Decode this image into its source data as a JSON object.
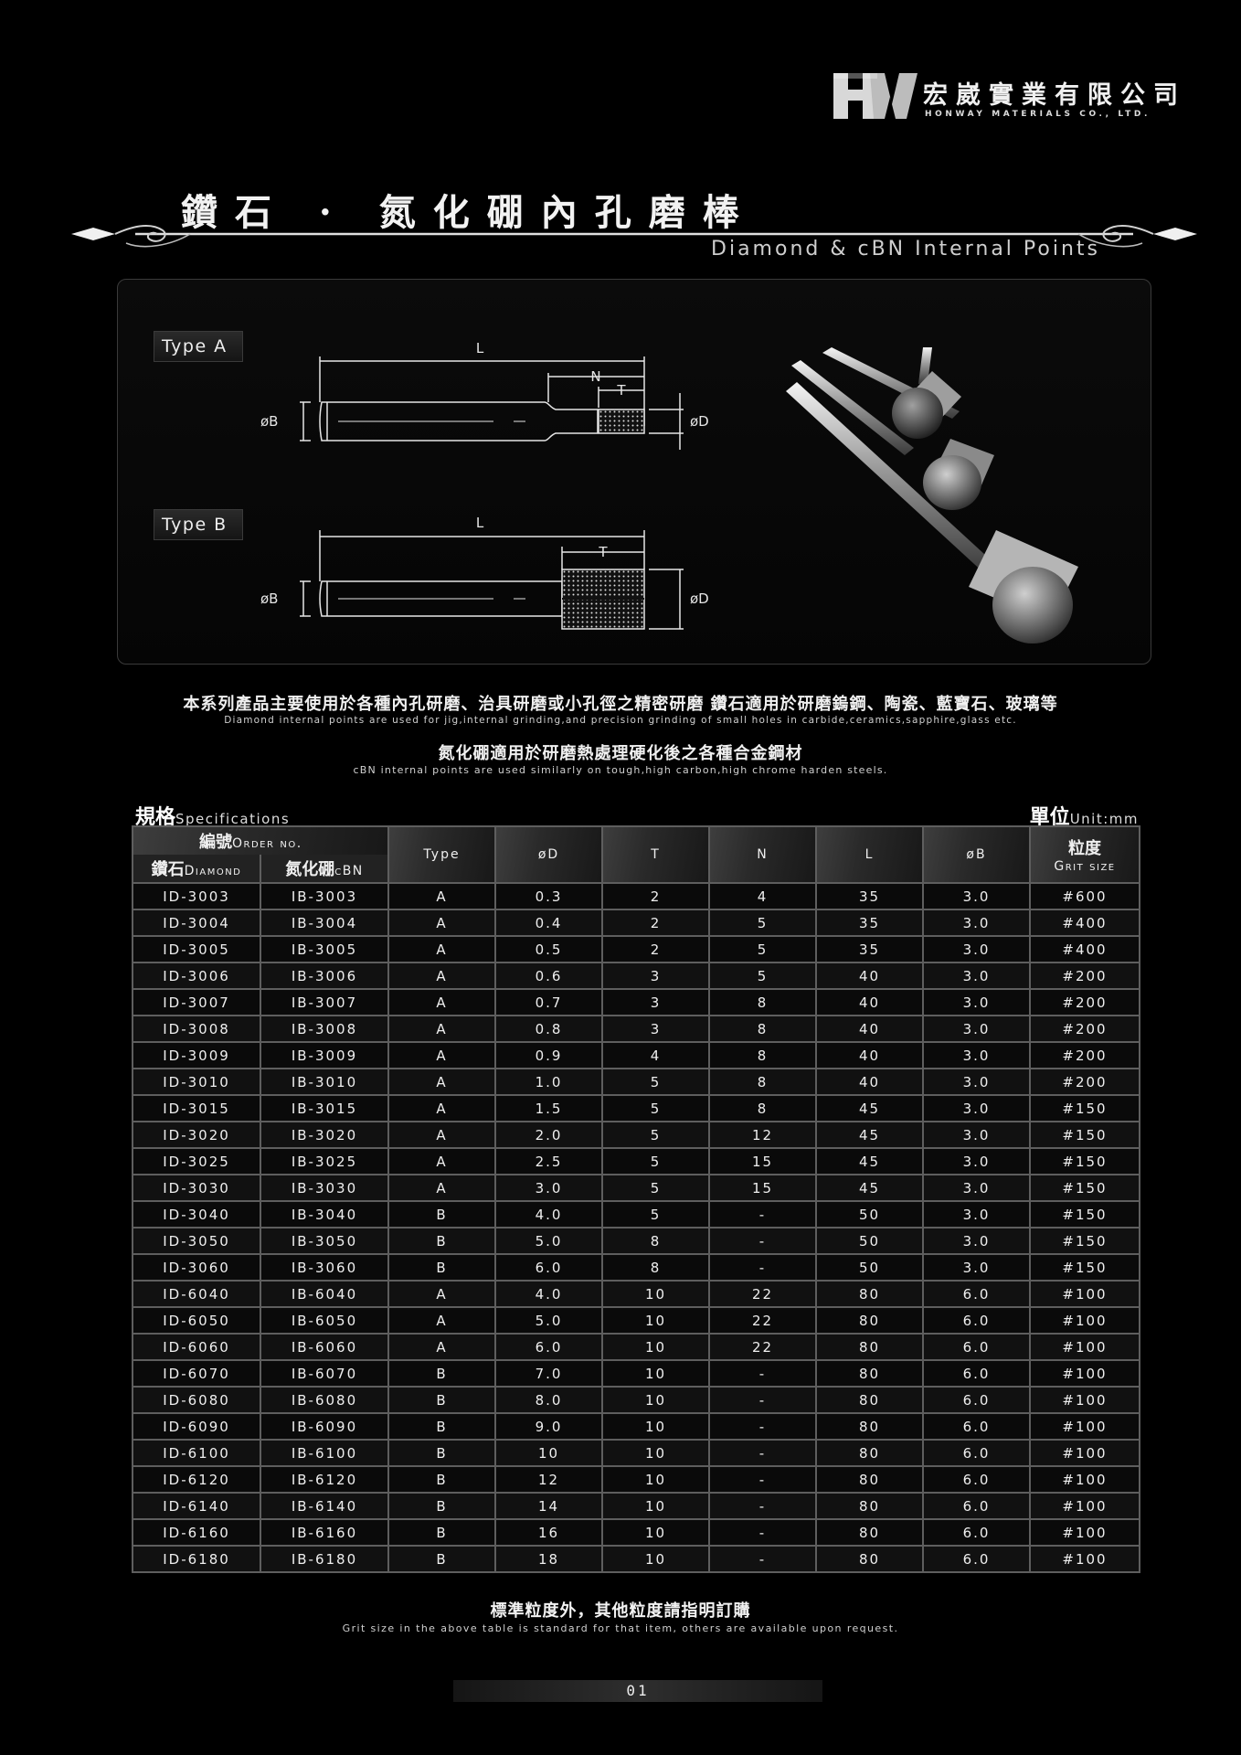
{
  "company": {
    "logo_letters": "HW",
    "name_cn": "宏崴實業有限公司",
    "name_en": "HONWAY MATERIALS CO., LTD."
  },
  "title": {
    "cn": "鑽石 · 氮化硼內孔磨棒",
    "en": "Diamond & cBN Internal Points"
  },
  "diagram": {
    "type_a_label": "Type A",
    "type_b_label": "Type B",
    "labels": {
      "L": "L",
      "N": "N",
      "T": "T",
      "B": "øB",
      "D": "øD"
    }
  },
  "description": {
    "line1_cn": "本系列產品主要使用於各種內孔研磨、治具研磨或小孔徑之精密研磨  鑽石適用於研磨鎢鋼、陶瓷、藍寶石、玻璃等",
    "line1_en": "Diamond internal points are used for jig,internal grinding,and precision grinding of small holes in carbide,ceramics,sapphire,glass etc.",
    "line2_cn": "氮化硼適用於研磨熱處理硬化後之各種合金鋼材",
    "line2_en": "cBN internal points are used similarly on tough,high carbon,high chrome harden steels."
  },
  "specs": {
    "title_cn": "規格",
    "title_en": "Specifications",
    "unit_cn": "單位",
    "unit_en": "Unit:mm",
    "header": {
      "order_cn": "編號",
      "order_en": "Order no.",
      "diamond_cn": "鑽石",
      "diamond_en": "Diamond",
      "cbn_cn": "氮化硼",
      "cbn_en": "cBN",
      "type": "Type",
      "d": "øD",
      "t": "T",
      "n": "N",
      "l": "L",
      "b": "øB",
      "grit_cn": "粒度",
      "grit_en": "Grit size"
    },
    "rows": [
      [
        "ID-3003",
        "IB-3003",
        "A",
        "0.3",
        "2",
        "4",
        "35",
        "3.0",
        "#600"
      ],
      [
        "ID-3004",
        "IB-3004",
        "A",
        "0.4",
        "2",
        "5",
        "35",
        "3.0",
        "#400"
      ],
      [
        "ID-3005",
        "IB-3005",
        "A",
        "0.5",
        "2",
        "5",
        "35",
        "3.0",
        "#400"
      ],
      [
        "ID-3006",
        "IB-3006",
        "A",
        "0.6",
        "3",
        "5",
        "40",
        "3.0",
        "#200"
      ],
      [
        "ID-3007",
        "IB-3007",
        "A",
        "0.7",
        "3",
        "8",
        "40",
        "3.0",
        "#200"
      ],
      [
        "ID-3008",
        "IB-3008",
        "A",
        "0.8",
        "3",
        "8",
        "40",
        "3.0",
        "#200"
      ],
      [
        "ID-3009",
        "IB-3009",
        "A",
        "0.9",
        "4",
        "8",
        "40",
        "3.0",
        "#200"
      ],
      [
        "ID-3010",
        "IB-3010",
        "A",
        "1.0",
        "5",
        "8",
        "40",
        "3.0",
        "#200"
      ],
      [
        "ID-3015",
        "IB-3015",
        "A",
        "1.5",
        "5",
        "8",
        "45",
        "3.0",
        "#150"
      ],
      [
        "ID-3020",
        "IB-3020",
        "A",
        "2.0",
        "5",
        "12",
        "45",
        "3.0",
        "#150"
      ],
      [
        "ID-3025",
        "IB-3025",
        "A",
        "2.5",
        "5",
        "15",
        "45",
        "3.0",
        "#150"
      ],
      [
        "ID-3030",
        "IB-3030",
        "A",
        "3.0",
        "5",
        "15",
        "45",
        "3.0",
        "#150"
      ],
      [
        "ID-3040",
        "IB-3040",
        "B",
        "4.0",
        "5",
        "-",
        "50",
        "3.0",
        "#150"
      ],
      [
        "ID-3050",
        "IB-3050",
        "B",
        "5.0",
        "8",
        "-",
        "50",
        "3.0",
        "#150"
      ],
      [
        "ID-3060",
        "IB-3060",
        "B",
        "6.0",
        "8",
        "-",
        "50",
        "3.0",
        "#150"
      ],
      [
        "ID-6040",
        "IB-6040",
        "A",
        "4.0",
        "10",
        "22",
        "80",
        "6.0",
        "#100"
      ],
      [
        "ID-6050",
        "IB-6050",
        "A",
        "5.0",
        "10",
        "22",
        "80",
        "6.0",
        "#100"
      ],
      [
        "ID-6060",
        "IB-6060",
        "A",
        "6.0",
        "10",
        "22",
        "80",
        "6.0",
        "#100"
      ],
      [
        "ID-6070",
        "IB-6070",
        "B",
        "7.0",
        "10",
        "-",
        "80",
        "6.0",
        "#100"
      ],
      [
        "ID-6080",
        "IB-6080",
        "B",
        "8.0",
        "10",
        "-",
        "80",
        "6.0",
        "#100"
      ],
      [
        "ID-6090",
        "IB-6090",
        "B",
        "9.0",
        "10",
        "-",
        "80",
        "6.0",
        "#100"
      ],
      [
        "ID-6100",
        "IB-6100",
        "B",
        "10",
        "10",
        "-",
        "80",
        "6.0",
        "#100"
      ],
      [
        "ID-6120",
        "IB-6120",
        "B",
        "12",
        "10",
        "-",
        "80",
        "6.0",
        "#100"
      ],
      [
        "ID-6140",
        "IB-6140",
        "B",
        "14",
        "10",
        "-",
        "80",
        "6.0",
        "#100"
      ],
      [
        "ID-6160",
        "IB-6160",
        "B",
        "16",
        "10",
        "-",
        "80",
        "6.0",
        "#100"
      ],
      [
        "ID-6180",
        "IB-6180",
        "B",
        "18",
        "10",
        "-",
        "80",
        "6.0",
        "#100"
      ]
    ],
    "row_names": [
      "order-diamond",
      "order-cbn",
      "type",
      "diameter-d",
      "length-t",
      "length-n",
      "length-l",
      "shank-b",
      "grit-size"
    ]
  },
  "footer": {
    "note_cn": "標準粒度外，其他粒度請指明訂購",
    "note_en": "Grit size in the above table is standard for that item, others are available upon request.",
    "page": "01"
  }
}
